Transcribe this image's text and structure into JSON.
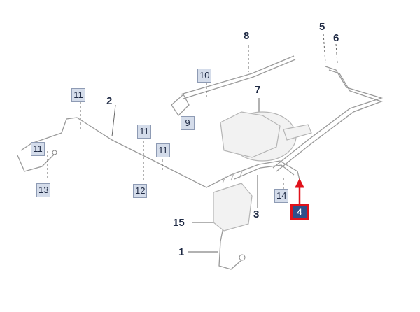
{
  "diagram": {
    "callouts": [
      {
        "id": "c8",
        "label": "8",
        "style": "plain"
      },
      {
        "id": "c5",
        "label": "5",
        "style": "plain"
      },
      {
        "id": "c6",
        "label": "6",
        "style": "plain"
      },
      {
        "id": "c10",
        "label": "10",
        "style": "boxed"
      },
      {
        "id": "c7",
        "label": "7",
        "style": "plain"
      },
      {
        "id": "c11a",
        "label": "11",
        "style": "boxed"
      },
      {
        "id": "c2",
        "label": "2",
        "style": "plain"
      },
      {
        "id": "c9",
        "label": "9",
        "style": "boxed"
      },
      {
        "id": "c11b",
        "label": "11",
        "style": "boxed"
      },
      {
        "id": "c11c",
        "label": "11",
        "style": "boxed"
      },
      {
        "id": "c11d",
        "label": "11",
        "style": "boxed"
      },
      {
        "id": "c13",
        "label": "13",
        "style": "boxed"
      },
      {
        "id": "c12",
        "label": "12",
        "style": "boxed"
      },
      {
        "id": "c14",
        "label": "14",
        "style": "boxed"
      },
      {
        "id": "c3",
        "label": "3",
        "style": "plain"
      },
      {
        "id": "c4",
        "label": "4",
        "style": "selected"
      },
      {
        "id": "c15",
        "label": "15",
        "style": "plain"
      },
      {
        "id": "c1",
        "label": "1",
        "style": "plain"
      }
    ],
    "colors": {
      "line": "#9a9a9a",
      "part_fill": "#f2f2f2",
      "part_stroke": "#b5b5b5",
      "label_box": "#d4dcea",
      "label_text": "#1f2a44",
      "selected_fill": "#2f4f8a",
      "highlight": "#e0121b"
    }
  }
}
